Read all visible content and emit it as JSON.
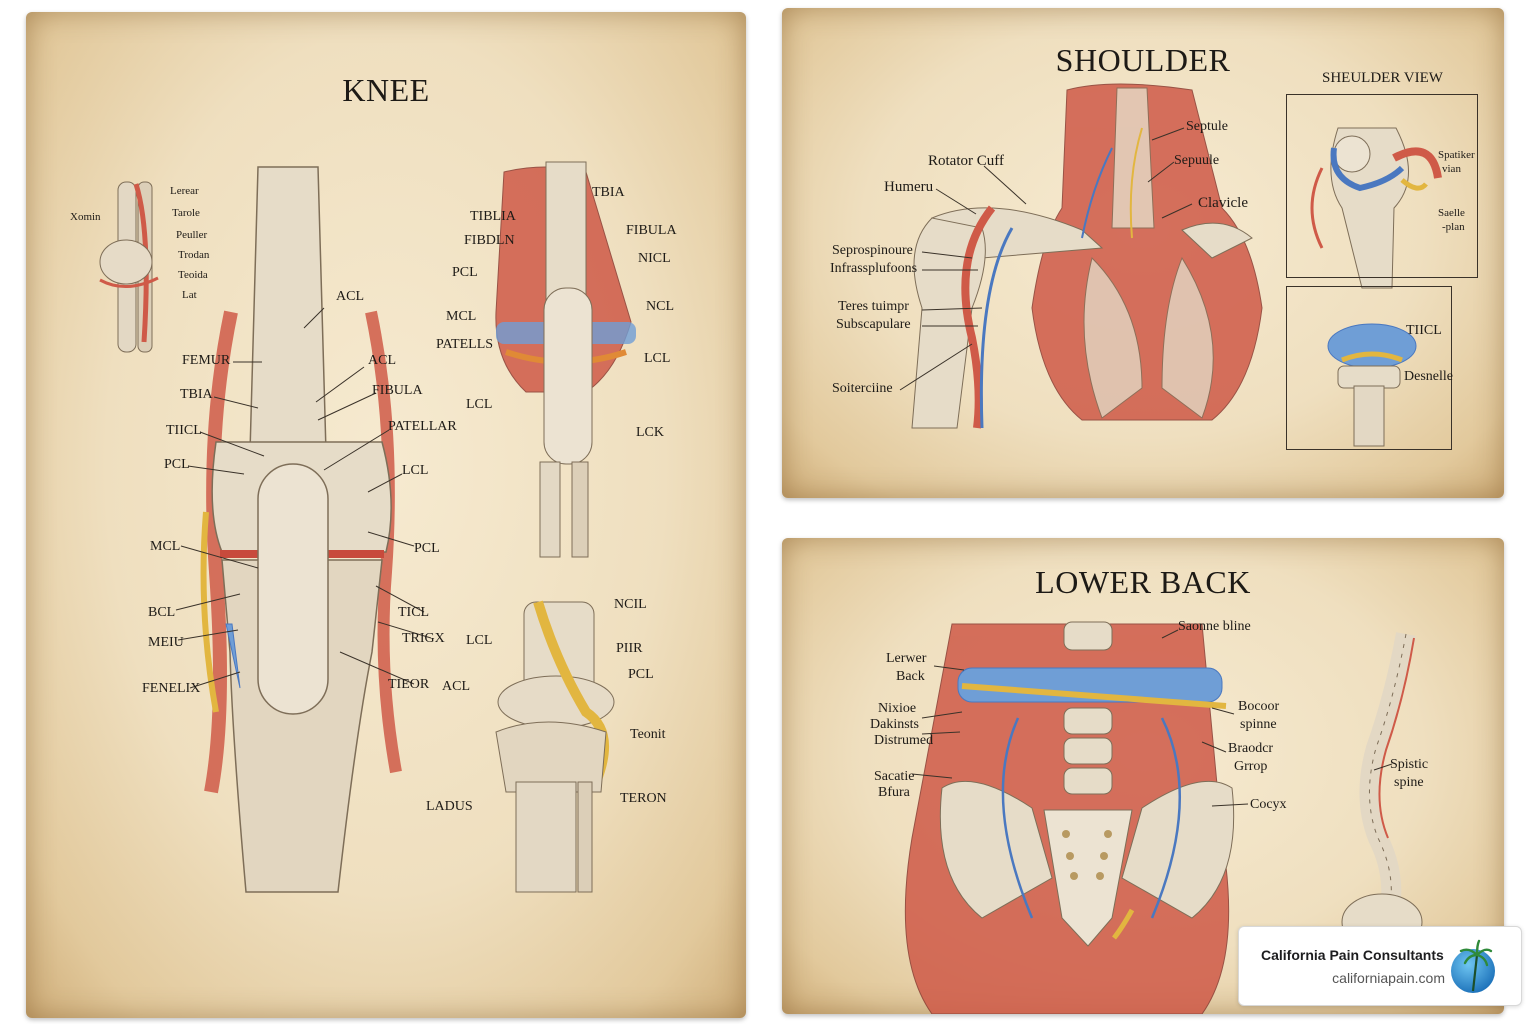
{
  "colors": {
    "paper": "#efdfbf",
    "muscle": "#cf5a48",
    "bone": "#e3d8c4",
    "nerve_yellow": "#e2b640",
    "vein_blue": "#4a78c0",
    "cartilage_blue": "#6f9ed6"
  },
  "knee": {
    "title": "KNEE",
    "small_view_labels": [
      "Xomin",
      "Lerear",
      "Tarole",
      "Peuller",
      "Trodan",
      "Teoida",
      "Lat"
    ],
    "main_labels": [
      "ACL",
      "FEMUR",
      "ACL",
      "TBIA",
      "FIBULA",
      "TIICL",
      "PATELLAR",
      "PCL",
      "LCL",
      "MCL",
      "PCL",
      "BCL",
      "TICL",
      "MEIU",
      "TRIGX",
      "FENELIX",
      "TIEOR"
    ],
    "front_view_labels": [
      "TBIA",
      "TIBLIA",
      "FIBULA",
      "FIBDLN",
      "NICL",
      "PCL",
      "NCL",
      "MCL",
      "PATELLS",
      "LCL",
      "LCL",
      "LCK"
    ],
    "lower_view_labels": [
      "NCIL",
      "LCL",
      "PIIR",
      "PCL",
      "ACL",
      "Teonit",
      "LADUS",
      "TERON"
    ]
  },
  "shoulder": {
    "title": "SHOULDER",
    "labels": [
      "Septule",
      "Rotator Cuff",
      "Sepuule",
      "Humeru",
      "Clavicle",
      "Seprospinoure",
      "Infrassplufoons",
      "Teres tuimpr",
      "Subscapulare",
      "Soiterciine"
    ],
    "view_title": "SHEULDER VIEW",
    "view_labels": [
      "Spatiker",
      "vian",
      "Saelle",
      "-plan"
    ],
    "lower_view_labels": [
      "TIICL",
      "Desnelle"
    ]
  },
  "back": {
    "title": "LOWER BACK",
    "labels": [
      "Saonne bline",
      "Lerwer",
      "Back",
      "Bocoor",
      "spinne",
      "Nixioe",
      "Dakinsts",
      "Distrumed",
      "Braodcr",
      "Grrop",
      "Sacatie",
      "Bfura",
      "Cocyx"
    ],
    "side_labels": [
      "Spistic",
      "spine"
    ]
  },
  "brand": {
    "name": "California Pain Consultants",
    "url": "californiapain.com",
    "logo_icon": "palm-tree-globe-icon"
  }
}
